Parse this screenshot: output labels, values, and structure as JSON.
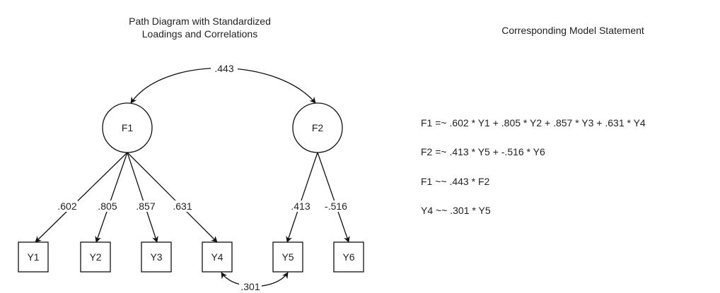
{
  "diagram": {
    "title_line1": "Path Diagram with Standardized",
    "title_line2": "Loadings and Correlations",
    "factors": [
      {
        "id": "F1",
        "label": "F1"
      },
      {
        "id": "F2",
        "label": "F2"
      }
    ],
    "indicators": [
      {
        "id": "Y1",
        "label": "Y1"
      },
      {
        "id": "Y2",
        "label": "Y2"
      },
      {
        "id": "Y3",
        "label": "Y3"
      },
      {
        "id": "Y4",
        "label": "Y4"
      },
      {
        "id": "Y5",
        "label": "Y5"
      },
      {
        "id": "Y6",
        "label": "Y6"
      }
    ],
    "loadings": [
      {
        "from": "F1",
        "to": "Y1",
        "value": ".602"
      },
      {
        "from": "F1",
        "to": "Y2",
        "value": ".805"
      },
      {
        "from": "F1",
        "to": "Y3",
        "value": ".857"
      },
      {
        "from": "F1",
        "to": "Y4",
        "value": ".631"
      },
      {
        "from": "F2",
        "to": "Y5",
        "value": ".413"
      },
      {
        "from": "F2",
        "to": "Y6",
        "value": "-.516"
      }
    ],
    "factor_correlation": {
      "between": [
        "F1",
        "F2"
      ],
      "value": ".443"
    },
    "residual_correlation": {
      "between": [
        "Y4",
        "Y5"
      ],
      "value": ".301"
    }
  },
  "model": {
    "title": "Corresponding Model Statement",
    "statements": [
      "F1 =~ .602 * Y1 + .805 * Y2 + .857 * Y3 + .631 * Y4",
      "F2 =~ .413 * Y5 + -.516 * Y6",
      "F1 ~~ .443 * F2",
      "Y4 ~~ .301 * Y5"
    ]
  }
}
